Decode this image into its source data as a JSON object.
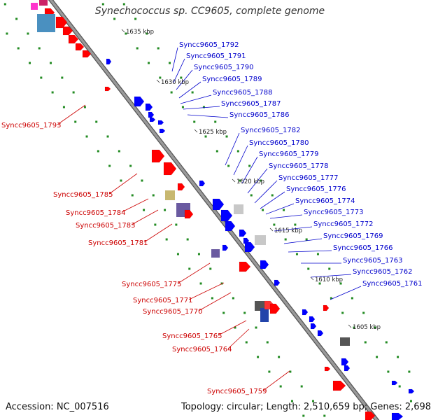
{
  "title": "Synechococcus sp. CC9605, complete genome",
  "footer": {
    "accession": "Accession: NC_007516",
    "topology": "Topology: circular; Length: 2,510,659 bp; Genes: 2,698"
  },
  "colors": {
    "forward_gene": "#ff0000",
    "reverse_gene": "#0000ff",
    "forward_label": "#cc0000",
    "reverse_label": "#0000cc",
    "backbone": "#888888",
    "tick": "#228b22"
  },
  "kbp_ticks": [
    "1635 kbp",
    "1630 kbp",
    "1625 kbp",
    "1620 kbp",
    "1615 kbp",
    "1610 kbp",
    "1605 kbp"
  ],
  "reverse_labels": [
    "Syncc9605_1792",
    "Syncc9605_1791",
    "Syncc9605_1790",
    "Syncc9605_1789",
    "Syncc9605_1788",
    "Syncc9605_1787",
    "Syncc9605_1786",
    "Syncc9605_1782",
    "Syncc9605_1780",
    "Syncc9605_1779",
    "Syncc9605_1778",
    "Syncc9605_1777",
    "Syncc9605_1776",
    "Syncc9605_1774",
    "Syncc9605_1773",
    "Syncc9605_1772",
    "Syncc9605_1769",
    "Syncc9605_1766",
    "Syncc9605_1763",
    "Syncc9605_1762",
    "Syncc9605_1761"
  ],
  "forward_labels": [
    "Syncc9605_1793",
    "Syncc9605_1785",
    "Syncc9605_1784",
    "Syncc9605_1783",
    "Syncc9605_1781",
    "Syncc9605_1775",
    "Syncc9605_1771",
    "Syncc9605_1770",
    "Syncc9605_1765",
    "Syncc9605_1764",
    "Syncc9605_1759"
  ]
}
